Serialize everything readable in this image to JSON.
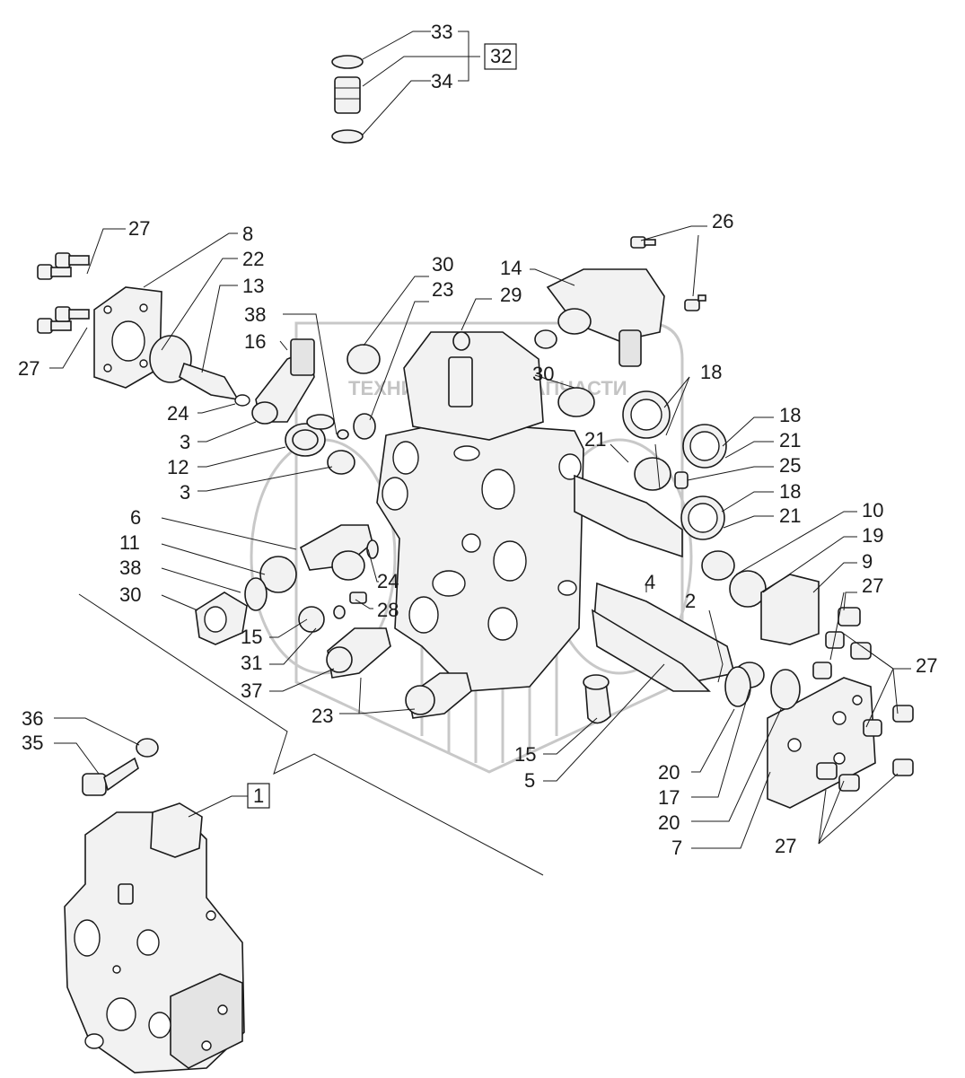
{
  "watermark": {
    "left_word": "ТЕХНИКА",
    "right_word": "ЗАПЧАСТИ",
    "color": "#c4c4c4"
  },
  "callouts": {
    "c33": "33",
    "c32": "32",
    "c34": "34",
    "c27a": "27",
    "c8": "8",
    "c22": "22",
    "c13": "13",
    "c38a": "38",
    "c16": "16",
    "c27b": "27",
    "c24a": "24",
    "c3a": "3",
    "c12": "12",
    "c3b": "3",
    "c30a": "30",
    "c23a": "23",
    "c29": "29",
    "c14": "14",
    "c26": "26",
    "c30b": "30",
    "c18a": "18",
    "c21a": "21",
    "c18b": "18",
    "c21b": "21",
    "c25": "25",
    "c18c": "18",
    "c21c": "21",
    "c10": "10",
    "c19": "19",
    "c9": "9",
    "c27c": "27",
    "c27d": "27",
    "c6": "6",
    "c11": "11",
    "c38b": "38",
    "c30c": "30",
    "c24b": "24",
    "c28": "28",
    "c15a": "15",
    "c31": "31",
    "c37": "37",
    "c23b": "23",
    "c4": "4",
    "c2": "2",
    "c36": "36",
    "c35": "35",
    "c1": "1",
    "c15b": "15",
    "c5": "5",
    "c20a": "20",
    "c17": "17",
    "c20b": "20",
    "c7": "7",
    "c27e": "27"
  },
  "icons": [
    "valve-block-drawing",
    "solenoid-drawing",
    "cover-plate-drawing",
    "bolt-drawing",
    "seal-ring-drawing",
    "spool-drawing",
    "pump-assembly-drawing",
    "watermark-logo"
  ]
}
